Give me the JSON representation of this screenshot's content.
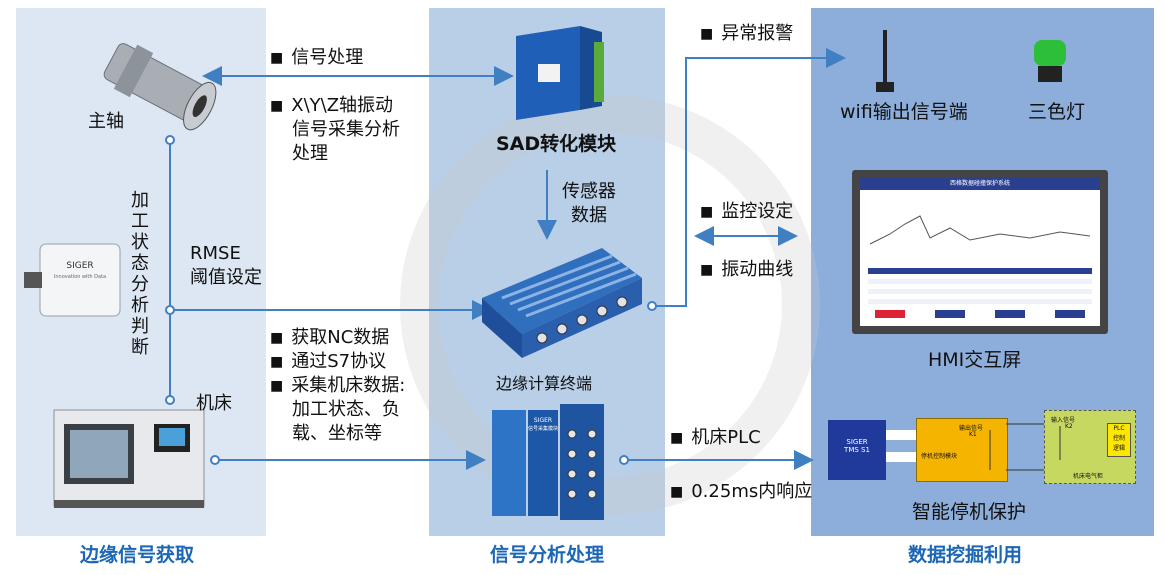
{
  "sections": {
    "left": "边缘信号获取",
    "middle": "信号分析处理",
    "right": "数据挖掘利用"
  },
  "left": {
    "spindle_label": "主轴",
    "vertical_label": [
      "加",
      "工",
      "状",
      "态",
      "分",
      "析",
      "判",
      "断"
    ],
    "sensor_brand": "SIGER",
    "sensor_sub": "Innovation with Data",
    "rmse_label": [
      "RMSE",
      "阈值设定"
    ],
    "machine_label": "机床"
  },
  "middle": {
    "bullets_top": [
      "信号处理"
    ],
    "bullet_xyz": [
      "X\\Y\\Z轴振动",
      "信号采集分析",
      "处理"
    ],
    "sad_label": "SAD转化模块",
    "sensor_data": [
      "传感器",
      "数据"
    ],
    "edge_label": "边缘计算终端",
    "edge_brand": "SIGER",
    "nc_bullets": [
      "获取NC数据",
      "通过S7协议",
      "采集机床数据:"
    ],
    "nc_extra": [
      "加工状态、负",
      "载、坐标等"
    ],
    "psu_label": "SIGER",
    "psu_sub": "信号采集模块"
  },
  "right": {
    "alarm": "异常报警",
    "wifi": "wifi输出信号端",
    "lamp": "三色灯",
    "monitor": "监控设定",
    "vibration": "振动曲线",
    "hmi_title": "西格数据碰撞保护系统",
    "hmi_label": "HMI交互屏",
    "plc": "机床PLC",
    "response": "0.25ms内响应",
    "tms_line1": "SIGER",
    "tms_line2": "TMS S1",
    "out_signal": "输出信号",
    "k1": "K1",
    "stop_module": "停机控制模块",
    "in_signal": "输入信号",
    "k2": "K2",
    "plc_box": [
      "PLC",
      "控制",
      "逻辑"
    ],
    "cabinet": "机床电气柜",
    "protect": "智能停机保护"
  },
  "colors": {
    "accent": "#1b67b5",
    "arrow": "#3f7fc2",
    "panel1": "#dce7f3",
    "panel2": "#b9cfe7",
    "panel3": "#8daedb"
  }
}
